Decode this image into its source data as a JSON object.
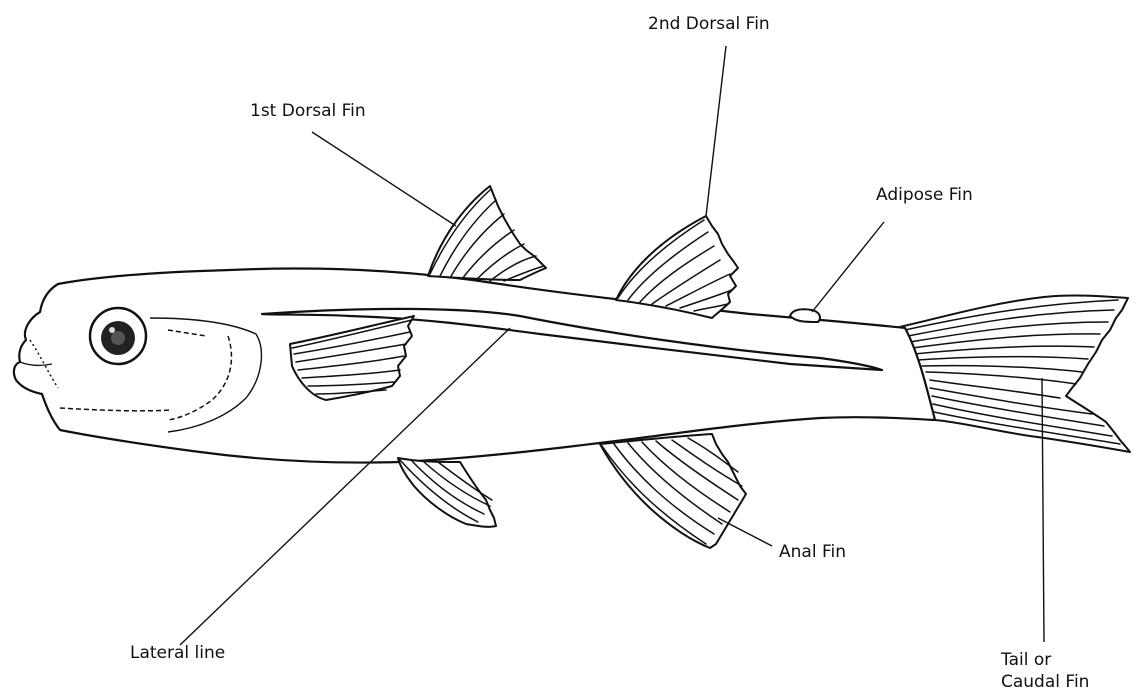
{
  "diagram": {
    "labels": {
      "second_dorsal_fin": "2nd Dorsal Fin",
      "first_dorsal_fin": "1st Dorsal Fin",
      "adipose_fin": "Adipose Fin",
      "anal_fin": "Anal Fin",
      "lateral_line": "Lateral line",
      "tail_line1": "Tail or",
      "tail_line2": "Caudal Fin"
    }
  }
}
